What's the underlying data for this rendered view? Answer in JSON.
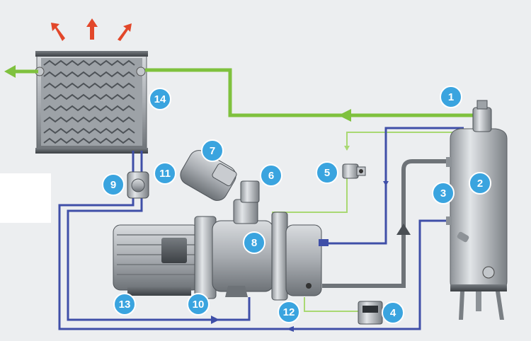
{
  "colors": {
    "background": "#eceef0",
    "panel_white": "#ffffff",
    "oil_line": "#3f4fa8",
    "air_line": "#7fc13e",
    "control_line": "#a9d873",
    "hot_air": "#e2472a",
    "callout_fill": "#3aa4df",
    "callout_stroke": "#ffffff"
  },
  "callouts": [
    {
      "id": "1",
      "label": "1"
    },
    {
      "id": "2",
      "label": "2"
    },
    {
      "id": "3",
      "label": "3"
    },
    {
      "id": "4",
      "label": "4"
    },
    {
      "id": "5",
      "label": "5"
    },
    {
      "id": "6",
      "label": "6"
    },
    {
      "id": "7",
      "label": "7"
    },
    {
      "id": "8",
      "label": "8"
    },
    {
      "id": "9",
      "label": "9"
    },
    {
      "id": "10",
      "label": "10"
    },
    {
      "id": "11",
      "label": "11"
    },
    {
      "id": "12",
      "label": "12"
    },
    {
      "id": "13",
      "label": "13"
    },
    {
      "id": "14",
      "label": "14"
    }
  ],
  "icons": [
    "hot-air-arrow-icon",
    "air-outlet-arrow-icon",
    "flow-direction-arrow-icon",
    "flow-direction-triangle-icon"
  ]
}
